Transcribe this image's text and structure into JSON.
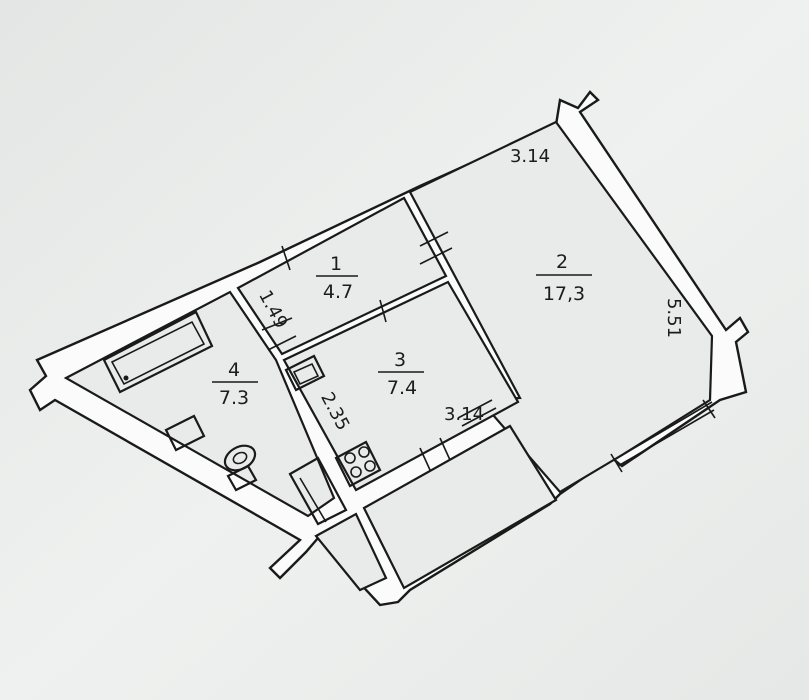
{
  "rooms": [
    {
      "number": "1",
      "area": "4.7"
    },
    {
      "number": "2",
      "area": "17,3"
    },
    {
      "number": "3",
      "area": "7.4"
    },
    {
      "number": "4",
      "area": "7.3"
    }
  ],
  "dimensions": {
    "room2_top": "3.14",
    "room2_right": "5.51",
    "room1_side": "1.49",
    "room3_side": "2.35",
    "room3_bottom": "3.14"
  }
}
